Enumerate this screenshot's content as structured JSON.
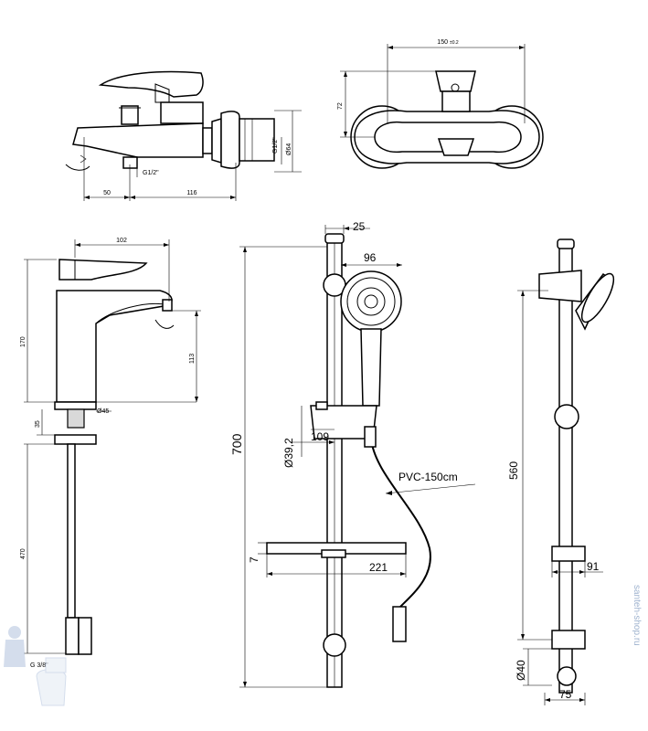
{
  "dims": {
    "top_left_width_1": "50",
    "top_left_width_2": "116",
    "top_left_thread": "G1/2\"",
    "top_left_side_thread": "G1/2\"",
    "top_left_dia": "Ø64",
    "top_right_width": "150",
    "top_right_tol": "±0.2",
    "top_right_height": "72",
    "basin_width": "102",
    "basin_height_total": "170",
    "basin_spout_height": "113",
    "basin_base_dia": "Ø45",
    "basin_base_h": "35",
    "basin_hose_len": "470",
    "basin_hose_thread": "G 3/8\"",
    "bar_top": "25",
    "head_width": "96",
    "bar_height": "700",
    "bar_dia": "Ø39,2",
    "holder_width": "109",
    "hose_label": "PVC-150cm",
    "shelf_t": "7",
    "shelf_w": "221",
    "side_height": "560",
    "side_shelf": "91",
    "side_dia": "Ø40",
    "side_base": "75"
  },
  "watermark": "santeh-shop.ru"
}
